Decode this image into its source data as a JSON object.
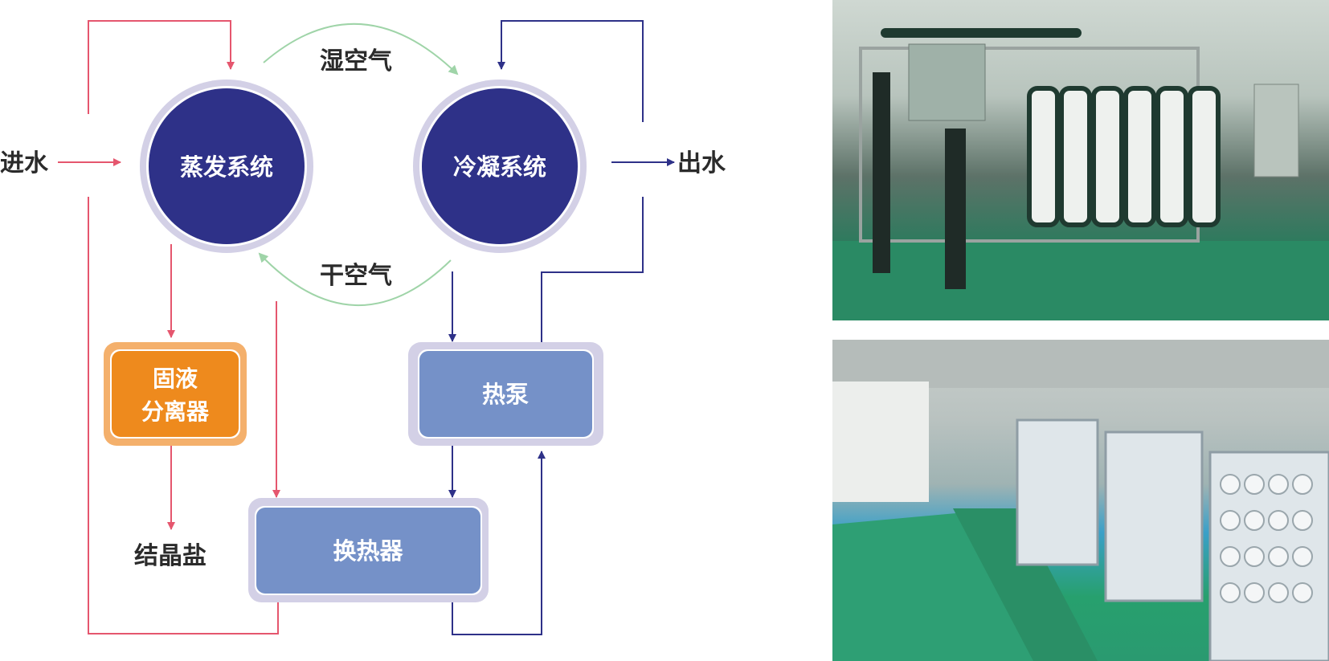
{
  "nodes": {
    "evaporator": "蒸发系统",
    "condenser": "冷凝系统",
    "separator_line1": "固液",
    "separator_line2": "分离器",
    "heat_pump": "热泵",
    "heat_exchanger": "换热器"
  },
  "labels": {
    "water_in": "进水",
    "water_out": "出水",
    "humid_air": "湿空气",
    "dry_air": "干空气",
    "crystal_salt": "结晶盐"
  },
  "colors": {
    "circle": "#2e3188",
    "circle_ring": "#d3d0e6",
    "separator": "#ee8a1d",
    "separator_ring": "#f4b06c",
    "box": "#7591c8",
    "box_ring": "#d3d0e6",
    "red_flow": "#e5566e",
    "blue_flow": "#2e3188",
    "green_flow": "#9fd4a8"
  }
}
